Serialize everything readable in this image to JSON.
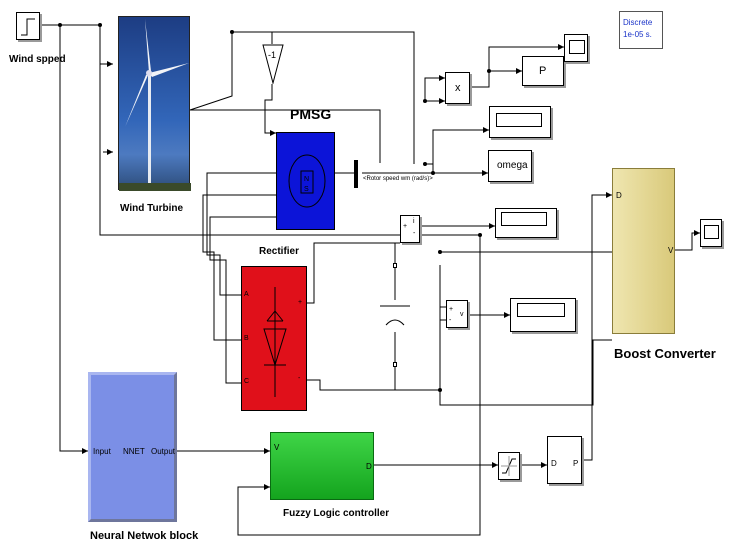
{
  "blocks": {
    "wind_step": {
      "label": "Wind spped"
    },
    "wind_turbine": {
      "label": "Wind Turbine"
    },
    "gain": {
      "value": "-1"
    },
    "multiplier": {
      "symbol": "x"
    },
    "power_display": {
      "label": "P"
    },
    "omega_display": {
      "label": "omega"
    },
    "pmsg": {
      "label": "PMSG",
      "signal_label": "<Rotor speed wm (rad/s)>",
      "color": "#0c14d8"
    },
    "rectifier": {
      "label": "Rectifier",
      "color": "#e0101a"
    },
    "current_meas": {
      "plus": "+",
      "minus": "-",
      "out": "i"
    },
    "voltage_meas": {
      "plus": "+",
      "minus": "-",
      "out": "v"
    },
    "boost": {
      "label": "Boost  Converter",
      "in_port": "D",
      "out_port": "V",
      "color": "#e7dc9c"
    },
    "nn_block": {
      "label": "Neural Netwok block",
      "center": "NNET",
      "in_port": "Input",
      "out_port": "Output",
      "color": "#7b8fe6"
    },
    "fuzzy": {
      "label": "Fuzzy Logic controller",
      "in_port": "V",
      "out_port": "D",
      "color": "#22c32b"
    },
    "pulse": {
      "in_port": "D",
      "out_port": "P"
    },
    "powergui": {
      "line1": "Discrete",
      "line2": "1e-05 s."
    }
  }
}
